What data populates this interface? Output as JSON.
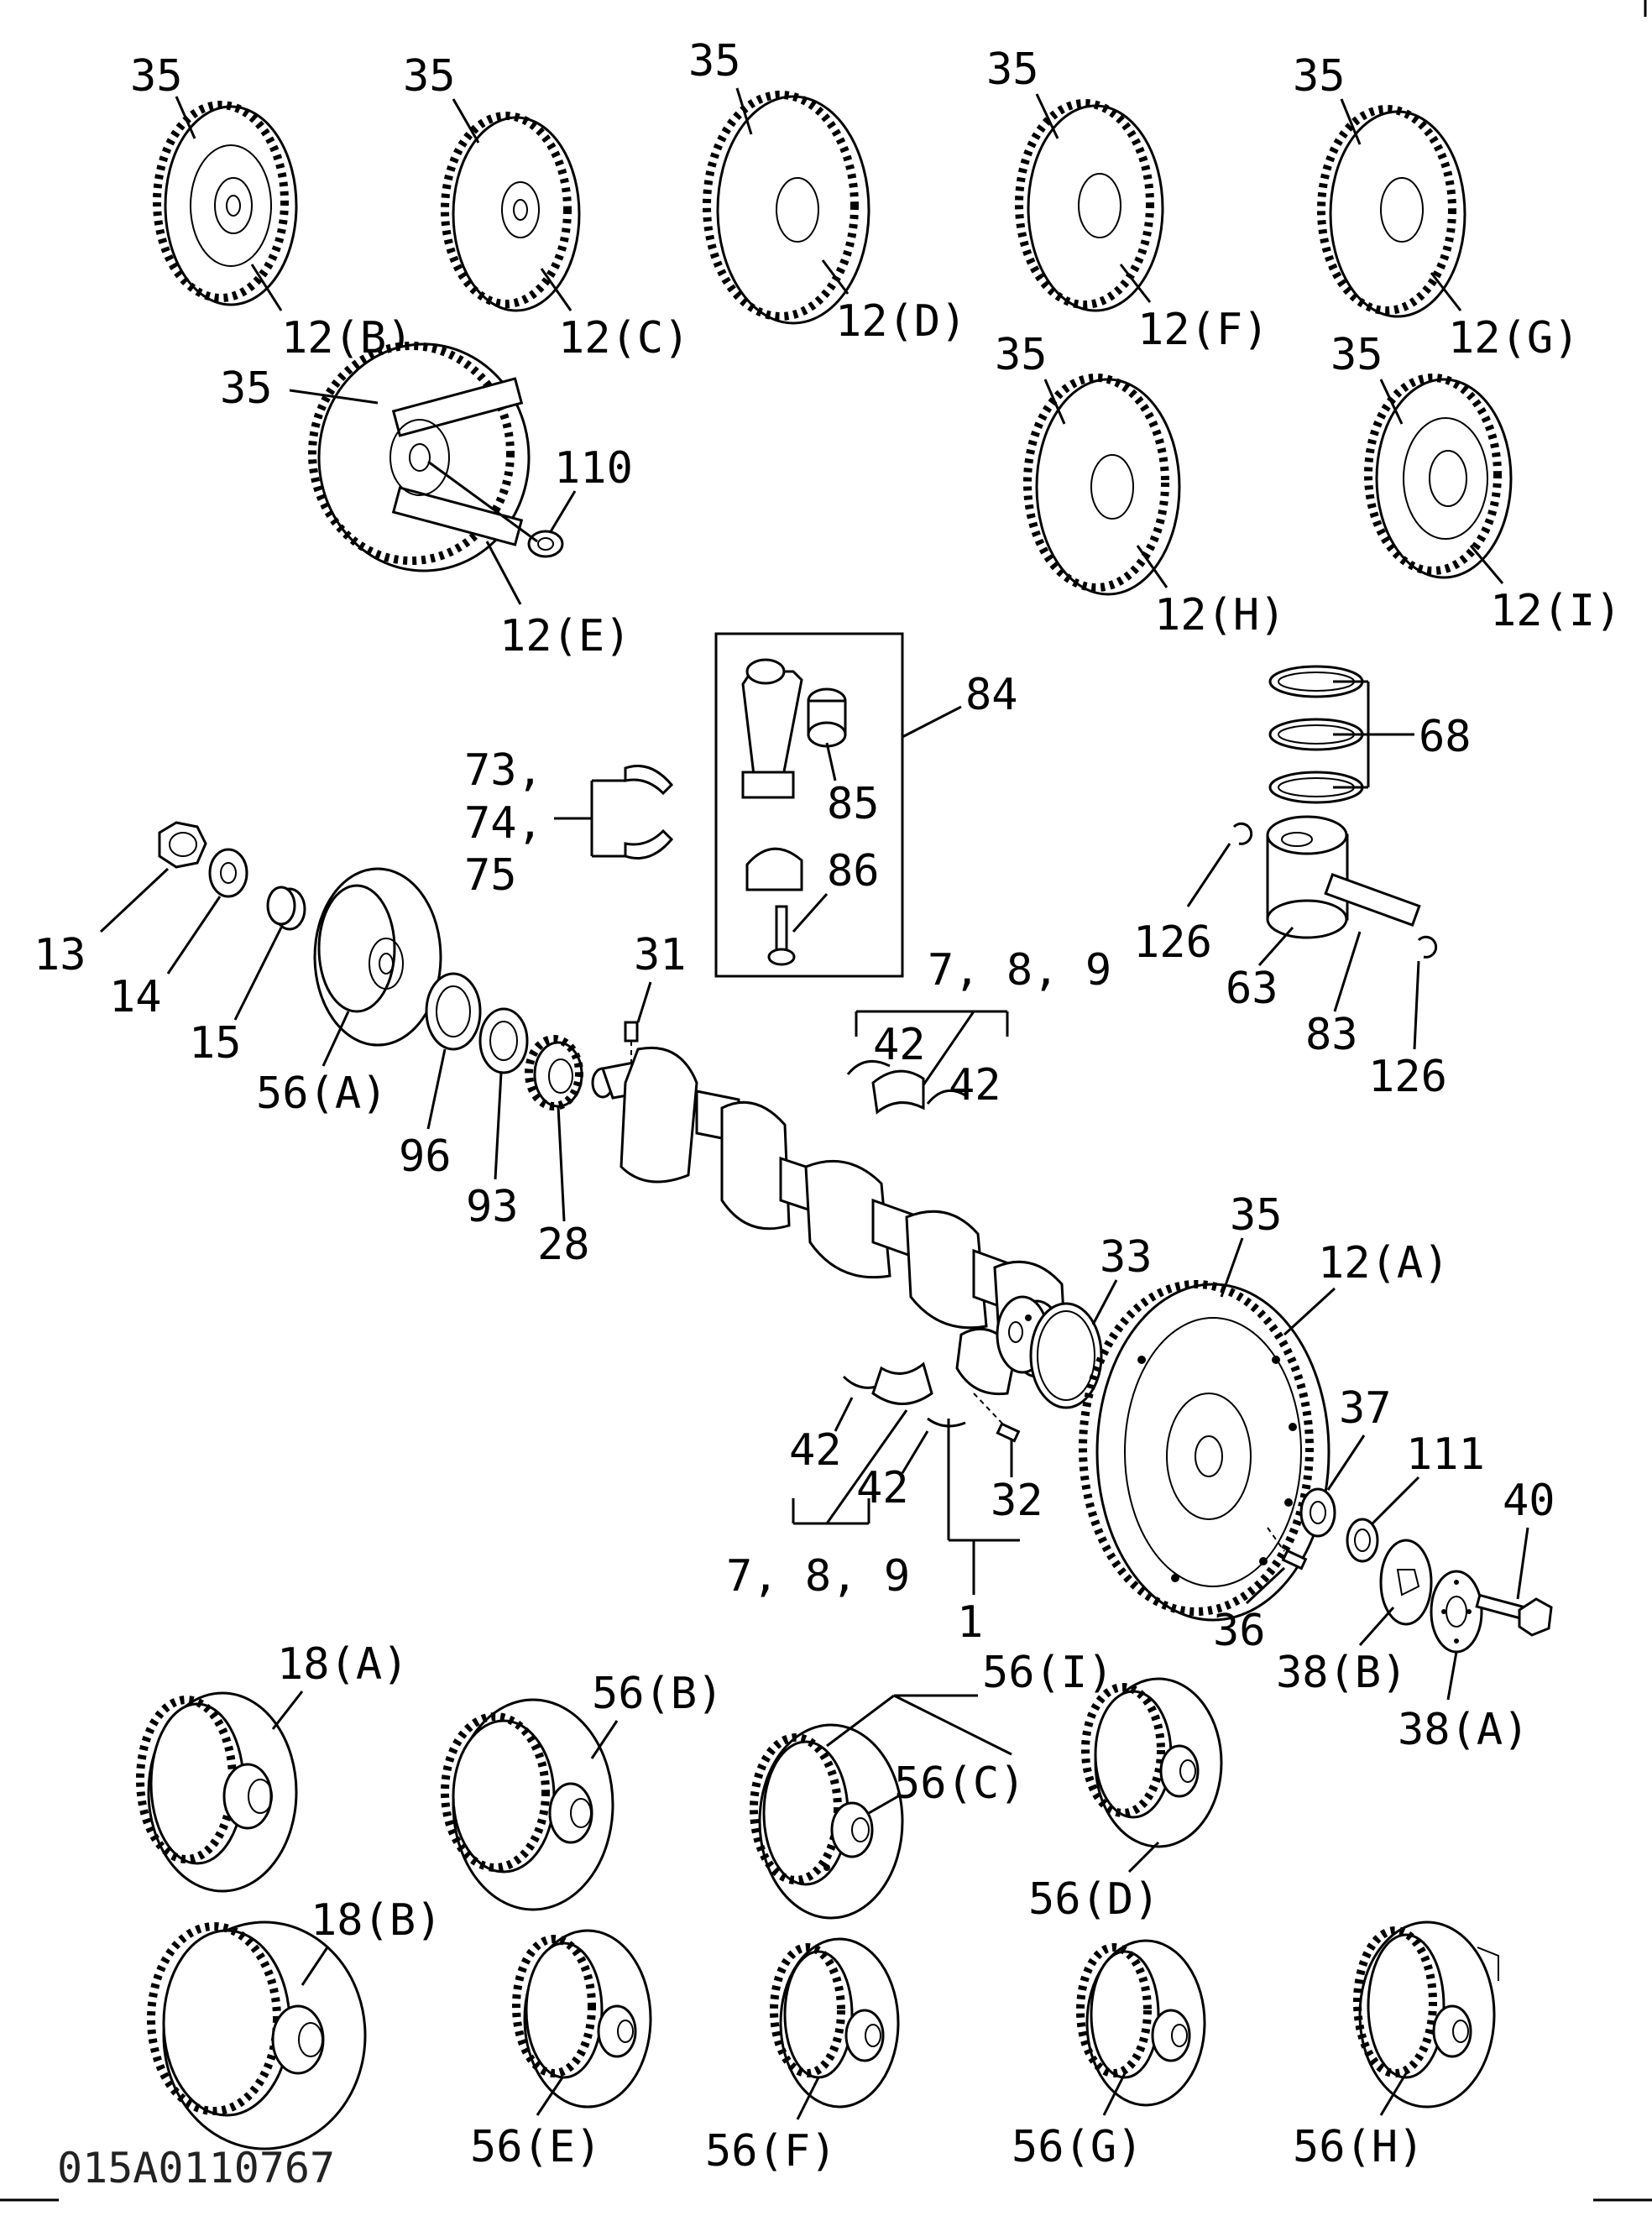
{
  "drawing_number": "015A0110767",
  "labels": {
    "fw_b_35": "35",
    "fw_b": "12(B)",
    "fw_c_35": "35",
    "fw_c": "12(C)",
    "fw_d_35": "35",
    "fw_d": "12(D)",
    "fw_f_35": "35",
    "fw_f": "12(F)",
    "fw_g_35": "35",
    "fw_g": "12(G)",
    "fw_e_35": "35",
    "fw_e": "12(E)",
    "p110": "110",
    "fw_h_35": "35",
    "fw_h": "12(H)",
    "fw_i_35": "35",
    "fw_i": "12(I)",
    "p84": "84",
    "p85": "85",
    "p86": "86",
    "p73": "73,",
    "p74": "74,",
    "p75": "75",
    "p68": "68",
    "p126a": "126",
    "p63": "63",
    "p83": "83",
    "p126b": "126",
    "p13": "13",
    "p14": "14",
    "p15": "15",
    "p56a": "56(A)",
    "p31": "31",
    "p96": "96",
    "p93": "93",
    "p28": "28",
    "p789_top": "7, 8, 9",
    "p42_tl": "42",
    "p42_tr": "42",
    "p35_main": "35",
    "p12a": "12(A)",
    "p33": "33",
    "p42_bl": "42",
    "p42_br": "42",
    "p789_bot": "7, 8, 9",
    "p32": "32",
    "p1": "1",
    "p37": "37",
    "p111": "111",
    "p40": "40",
    "p36": "36",
    "p38b": "38(B)",
    "p38a": "38(A)",
    "p18a": "18(A)",
    "p56b": "56(B)",
    "p56i": "56(I)",
    "p56c": "56(C)",
    "p56d": "56(D)",
    "p18b": "18(B)",
    "p56e": "56(E)",
    "p56f": "56(F)",
    "p56g": "56(G)",
    "p56h": "56(H)"
  }
}
